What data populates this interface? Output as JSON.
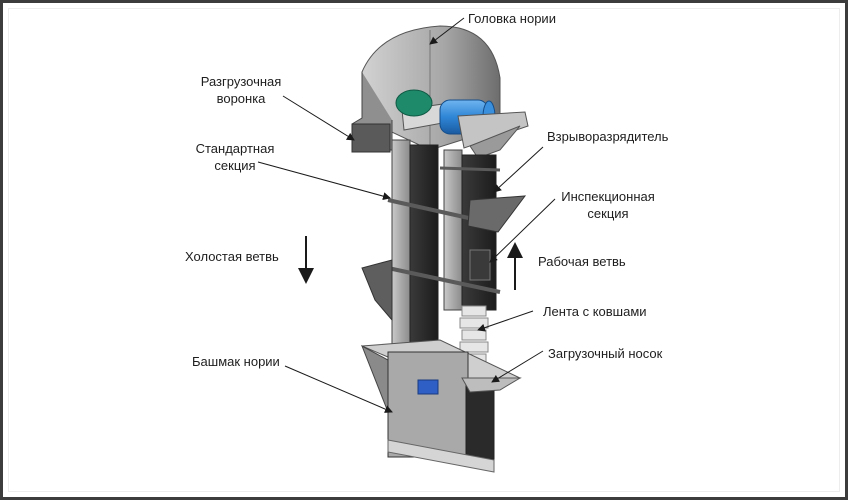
{
  "diagram": {
    "subject": "bucket-elevator",
    "labels": {
      "head": "Головка нории",
      "discharge_chute": [
        "Разгрузочная",
        "воронка"
      ],
      "standard_section": [
        "Стандартная",
        "секция"
      ],
      "explosion_vent": "Взрыворазрядитель",
      "inspection_section": [
        "Инспекционная",
        "секция"
      ],
      "return_leg": "Холостая ветвь",
      "working_leg": "Рабочая ветвь",
      "belt_with_buckets": "Лента с ковшами",
      "inlet_spout": "Загрузочный носок",
      "boot": "Башмак нории"
    },
    "arrows": {
      "return_leg_direction": "down",
      "working_leg_direction": "up"
    },
    "colors": {
      "motor": "#2f86d6",
      "gearbox": "#1f8a6a",
      "casing_light": "#b9b9b9",
      "casing_dark": "#2b2b2b",
      "frame_border": "#3c3c3c"
    }
  }
}
